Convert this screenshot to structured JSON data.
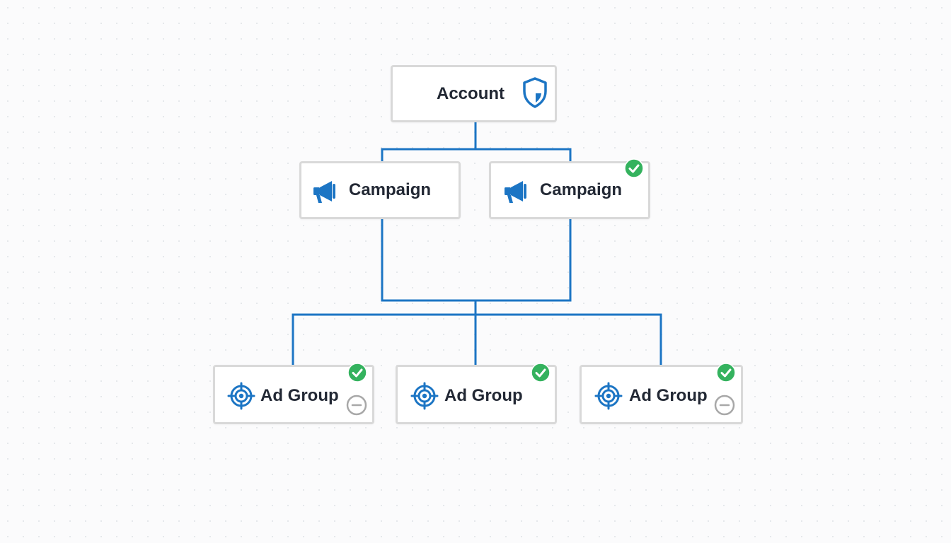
{
  "diagram": {
    "colors": {
      "connector": "#1c75c4",
      "icon": "#1c75c4",
      "node_border": "#d9d9d9",
      "text": "#222834",
      "check_badge": "#34b25e",
      "minus_badge": "#a8a8a8"
    },
    "account": {
      "label": "Account",
      "icon": "shield-icon"
    },
    "campaigns": [
      {
        "label": "Campaign",
        "icon": "megaphone-icon",
        "status": null
      },
      {
        "label": "Campaign",
        "icon": "megaphone-icon",
        "status": "check-badge"
      }
    ],
    "ad_groups": [
      {
        "label": "Ad Group",
        "icon": "target-icon",
        "status": [
          "check-badge",
          "minus-badge"
        ]
      },
      {
        "label": "Ad Group",
        "icon": "target-icon",
        "status": [
          "check-badge"
        ]
      },
      {
        "label": "Ad Group",
        "icon": "target-icon",
        "status": [
          "check-badge",
          "minus-badge"
        ]
      }
    ]
  }
}
